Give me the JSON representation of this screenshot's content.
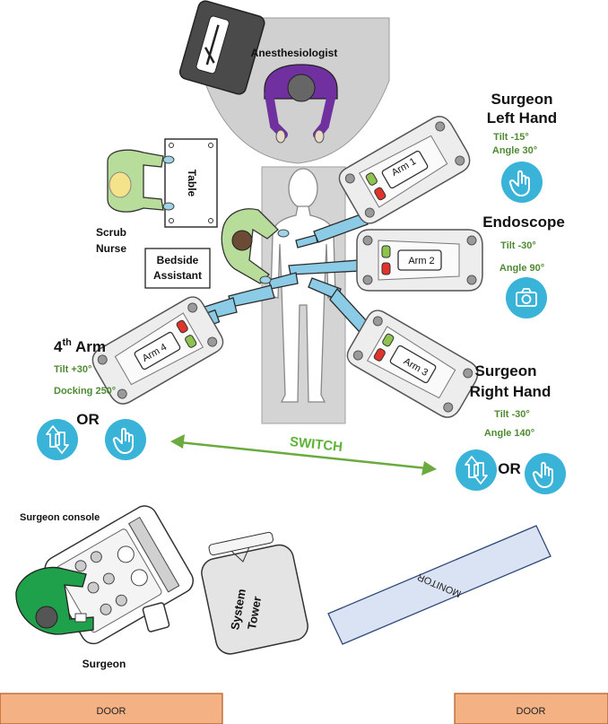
{
  "labels": {
    "anesthesiologist": "Anesthesiologist",
    "table": "Table",
    "scrub_nurse_1": "Scrub",
    "scrub_nurse_2": "Nurse",
    "bedside_assistant_1": "Bedside",
    "bedside_assistant_2": "Assistant",
    "surgeon_console": "Surgeon console",
    "surgeon": "Surgeon",
    "system_tower_1": "System",
    "system_tower_2": "Tower",
    "monitor": "MONITOR",
    "door_left": "DOOR",
    "door_right": "DOOR",
    "switch": "SWITCH",
    "or_left": "OR",
    "or_right": "OR"
  },
  "arms": {
    "arm1": "Arm 1",
    "arm2": "Arm 2",
    "arm3": "Arm 3",
    "arm4": "Arm 4"
  },
  "settings": {
    "left_hand_title_1": "Surgeon",
    "left_hand_title_2": "Left Hand",
    "left_hand_tilt": "Tilt -15°",
    "left_hand_angle": "Angle 30°",
    "endoscope_title": "Endoscope",
    "endoscope_tilt": "Tilt -30°",
    "endoscope_angle": "Angle 90°",
    "right_hand_title_1": "Surgeon",
    "right_hand_title_2": "Right Hand",
    "right_hand_tilt": "Tilt -30°",
    "right_hand_angle": "Angle 140°",
    "fourth_arm_title": "4",
    "fourth_arm_sup": "th",
    "fourth_arm_title_rest": " Arm",
    "fourth_arm_tilt": "Tilt +30°",
    "fourth_arm_docking": "Docking 250°"
  },
  "icons": {
    "left_hand": "hand-pointer-icon",
    "endoscope": "camera-icon",
    "right_hand_a": "swap-arrows-icon",
    "right_hand_b": "hand-pointer-icon",
    "fourth_arm_a": "swap-arrows-icon",
    "fourth_arm_b": "hand-pointer-icon"
  },
  "colors": {
    "robot_blue": "#8ccbe6",
    "icon_circle": "#3ab3d8",
    "green_text": "#4e8a32",
    "switch_green": "#6aaa3f",
    "door_orange": "#f4b183",
    "monitor_fill": "#dae3f3",
    "anesthesia_zone": "#d0d0d0",
    "scrub_gown": "#b8dd9a"
  }
}
